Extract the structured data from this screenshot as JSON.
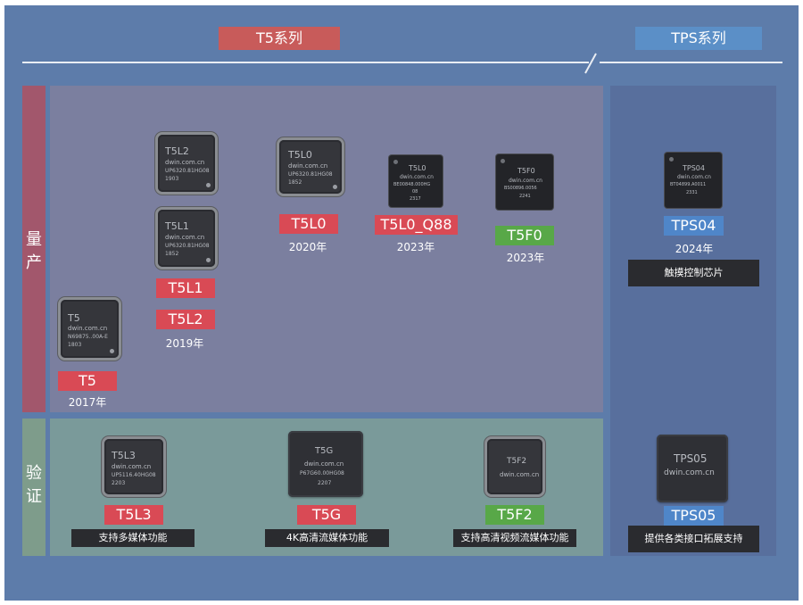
{
  "headers": {
    "t5": "T5系列",
    "tps": "TPS系列"
  },
  "side": {
    "production": "量产",
    "verification": "验证"
  },
  "colors": {
    "background": "#5d7caa",
    "red_tag": "#d94a55",
    "green_tag": "#58a848",
    "blue_tag": "#4f86c9",
    "production_panel": "#7b7f9f",
    "verification_panel": "#7a9a9a"
  },
  "chips": {
    "t5": {
      "marking": [
        "T5",
        "dwin.com.cn",
        "N69875..00A-E",
        "1803"
      ],
      "label": "T5",
      "year": "2017年"
    },
    "t5l2": {
      "marking": [
        "T5L2",
        "dwin.com.cn",
        "UP6320.81HG08",
        "1903"
      ]
    },
    "t5l1": {
      "marking": [
        "T5L1",
        "dwin.com.cn",
        "UP6320.81HG08",
        "1852"
      ],
      "label": "T5L1"
    },
    "t5l2_tag": {
      "label": "T5L2",
      "year": "2019年"
    },
    "t5l0": {
      "marking": [
        "T5L0",
        "dwin.com.cn",
        "UP6320.81HG08",
        "1852"
      ],
      "label": "T5L0",
      "year": "2020年"
    },
    "t5l0q88": {
      "marking": [
        "T5L0",
        "dwin.com.cn",
        "BE00848.000HG",
        "08",
        "2317"
      ],
      "label": "T5L0_Q88",
      "year": "2023年"
    },
    "t5f0": {
      "marking": [
        "T5F0",
        "dwin.com.cn",
        "BS00896.0056",
        "2241"
      ],
      "label": "T5F0",
      "year": "2023年"
    },
    "tps04": {
      "marking": [
        "TPS04",
        "dwin.com.cn",
        "BT04899.A0011",
        "2331"
      ],
      "label": "TPS04",
      "year": "2024年",
      "desc": "触摸控制芯片"
    },
    "t5l3": {
      "marking": [
        "T5L3",
        "dwin.com.cn",
        "UP5116.40HG08",
        "2203"
      ],
      "label": "T5L3",
      "desc": "支持多媒体功能"
    },
    "t5g": {
      "marking": [
        "T5G",
        "dwin.com.cn",
        "P67G60.00HG08",
        "2207"
      ],
      "label": "T5G",
      "desc": "4K高清流媒体功能"
    },
    "t5f2": {
      "marking": [
        "T5F2",
        "dwin.com.cn"
      ],
      "label": "T5F2",
      "desc": "支持高清视频流媒体功能"
    },
    "tps05": {
      "marking": [
        "TPS05",
        "dwin.com.cn"
      ],
      "label": "TPS05",
      "desc": "提供各类接口拓展支持"
    }
  }
}
